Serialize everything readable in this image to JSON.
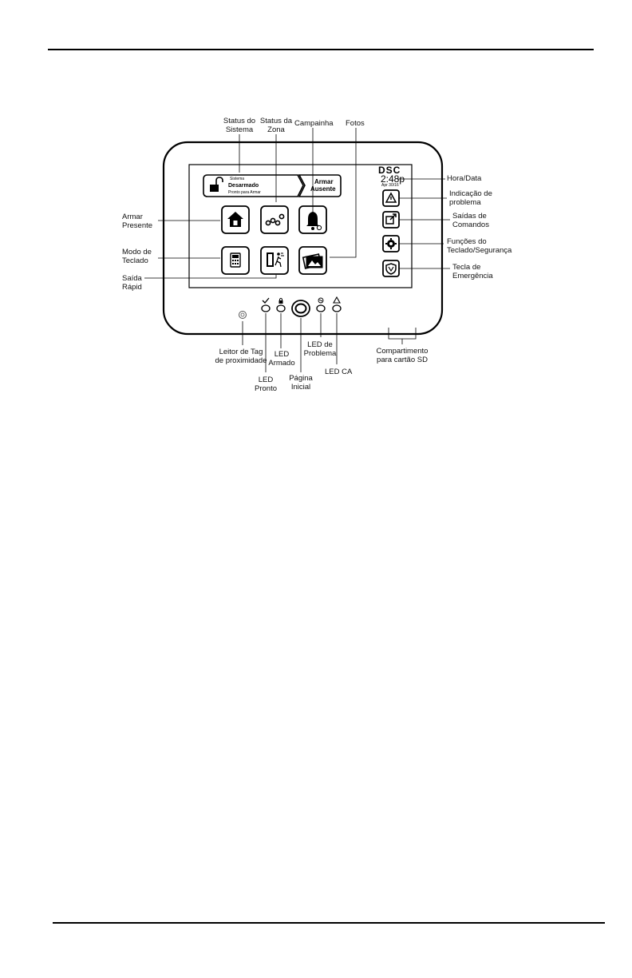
{
  "device": {
    "brand": "DSC",
    "time": "2:48p",
    "date": "Apr 30/16",
    "status_banner": {
      "small_label": "Sistema",
      "status": "Desarmado",
      "substatus": "Pronto para Armar",
      "action_line1": "Armar",
      "action_line2": "Ausente"
    }
  },
  "callouts": {
    "status_sistema": [
      "Status do",
      "Sistema"
    ],
    "status_zona": [
      "Status da",
      "Zona"
    ],
    "campainha": "Campainha",
    "fotos": "Fotos",
    "hora_data": "Hora/Data",
    "indicacao_problema": [
      "Indicação de",
      "problema"
    ],
    "saidas_comandos": [
      "Saídas de",
      "Comandos"
    ],
    "funcoes_teclado": [
      "Funções do",
      "Teclado/Segurança"
    ],
    "tecla_emergencia": [
      "Tecla de",
      "Emergência"
    ],
    "armar_presente": [
      "Armar",
      "Presente"
    ],
    "modo_teclado": [
      "Modo de",
      "Teclado"
    ],
    "saida_rapida": [
      "Saída",
      "Rápid"
    ],
    "leitor_tag": [
      "Leitor de Tag",
      "de proximidade"
    ],
    "led_pronto": [
      "LED",
      "Pronto"
    ],
    "led_armado": [
      "LED",
      "Armado"
    ],
    "pagina_inicial": [
      "Página",
      "Inicial"
    ],
    "led_problema": [
      "LED de",
      "Problema"
    ],
    "led_ca": "LED CA",
    "compartimento_sd": [
      "Compartimento",
      "para cartão SD"
    ]
  }
}
